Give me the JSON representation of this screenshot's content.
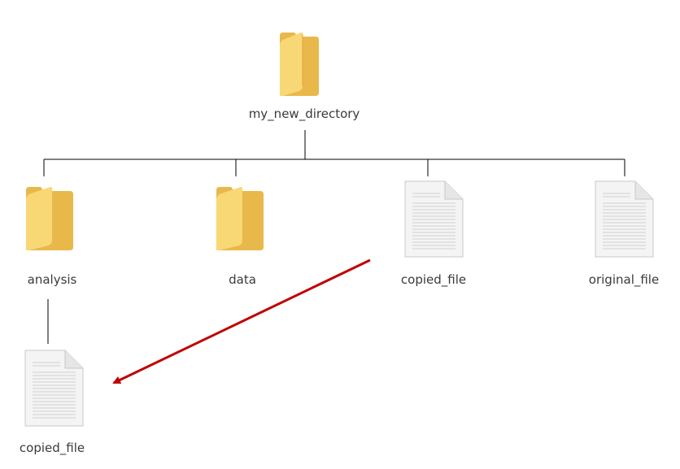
{
  "tree": {
    "root": {
      "label": "my_new_directory",
      "icon": "folder-icon"
    },
    "children": [
      {
        "label": "analysis",
        "icon": "folder-icon"
      },
      {
        "label": "data",
        "icon": "folder-icon"
      },
      {
        "label": "copied_file",
        "icon": "file-icon"
      },
      {
        "label": "original_file",
        "icon": "file-icon"
      }
    ],
    "grandchild": {
      "label": "copied_file",
      "icon": "file-icon",
      "parent": "analysis"
    }
  },
  "arrow": {
    "from": "copied_file",
    "to": "analysis/copied_file",
    "color": "#c00000"
  },
  "colors": {
    "folder_back": "#e8b84a",
    "folder_front": "#f8d775",
    "file_body": "#f4f4f4",
    "file_border": "#c8c8c8",
    "line": "#000000"
  }
}
